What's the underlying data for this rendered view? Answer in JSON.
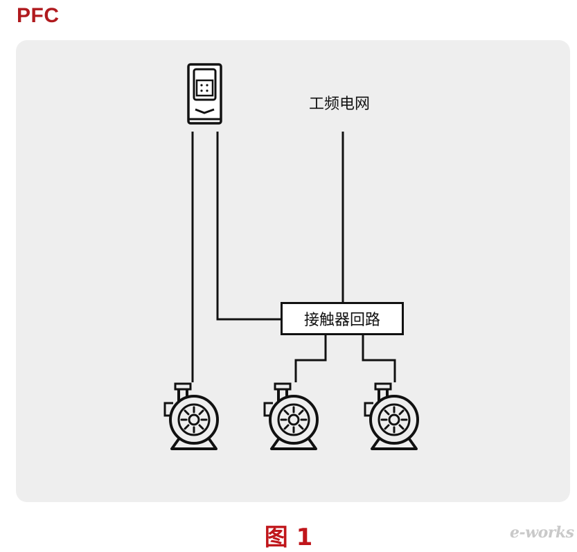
{
  "header": {
    "title": "PFC"
  },
  "diagram": {
    "grid_label": "工频电网",
    "contactor_label": "接触器回路",
    "nodes": {
      "drive": {
        "icon": "vfd-drive-icon"
      },
      "pumps": [
        {
          "icon": "pump-motor-icon"
        },
        {
          "icon": "pump-motor-icon"
        },
        {
          "icon": "pump-motor-icon"
        }
      ]
    },
    "line_color": "#111111",
    "background_color": "#eeeeee"
  },
  "caption": {
    "text": "图 1"
  },
  "watermark": {
    "text": "e-works"
  },
  "colors": {
    "accent": "#b01a1e"
  }
}
